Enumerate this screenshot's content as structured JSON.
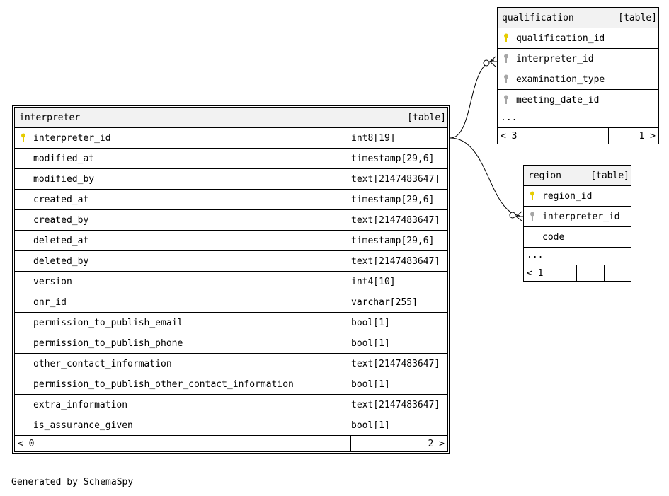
{
  "interpreter": {
    "name": "interpreter",
    "tag": "[table]",
    "columns": [
      {
        "name": "interpreter_id",
        "type": "int8[19]",
        "key": "primary"
      },
      {
        "name": "modified_at",
        "type": "timestamp[29,6]"
      },
      {
        "name": "modified_by",
        "type": "text[2147483647]"
      },
      {
        "name": "created_at",
        "type": "timestamp[29,6]"
      },
      {
        "name": "created_by",
        "type": "text[2147483647]"
      },
      {
        "name": "deleted_at",
        "type": "timestamp[29,6]"
      },
      {
        "name": "deleted_by",
        "type": "text[2147483647]"
      },
      {
        "name": "version",
        "type": "int4[10]"
      },
      {
        "name": "onr_id",
        "type": "varchar[255]"
      },
      {
        "name": "permission_to_publish_email",
        "type": "bool[1]"
      },
      {
        "name": "permission_to_publish_phone",
        "type": "bool[1]"
      },
      {
        "name": "other_contact_information",
        "type": "text[2147483647]"
      },
      {
        "name": "permission_to_publish_other_contact_information",
        "type": "bool[1]"
      },
      {
        "name": "extra_information",
        "type": "text[2147483647]"
      },
      {
        "name": "is_assurance_given",
        "type": "bool[1]"
      }
    ],
    "footer_left": "< 0",
    "footer_right": "2 >"
  },
  "qualification": {
    "name": "qualification",
    "tag": "[table]",
    "columns": [
      {
        "name": "qualification_id",
        "key": "primary"
      },
      {
        "name": "interpreter_id",
        "key": "foreign"
      },
      {
        "name": "examination_type",
        "key": "foreign"
      },
      {
        "name": "meeting_date_id",
        "key": "foreign"
      }
    ],
    "ellipsis": "...",
    "footer_left": "< 3",
    "footer_right": "1 >"
  },
  "region": {
    "name": "region",
    "tag": "[table]",
    "columns": [
      {
        "name": "region_id",
        "key": "primary"
      },
      {
        "name": "interpreter_id",
        "key": "foreign"
      },
      {
        "name": "code",
        "key": "none"
      }
    ],
    "ellipsis": "...",
    "footer_left": "< 1"
  },
  "generated_by": "Generated by SchemaSpy",
  "colors": {
    "primary_key": "#e6cc00",
    "foreign_key": "#a6a6a6",
    "header_bg": "#f2f2f2"
  }
}
